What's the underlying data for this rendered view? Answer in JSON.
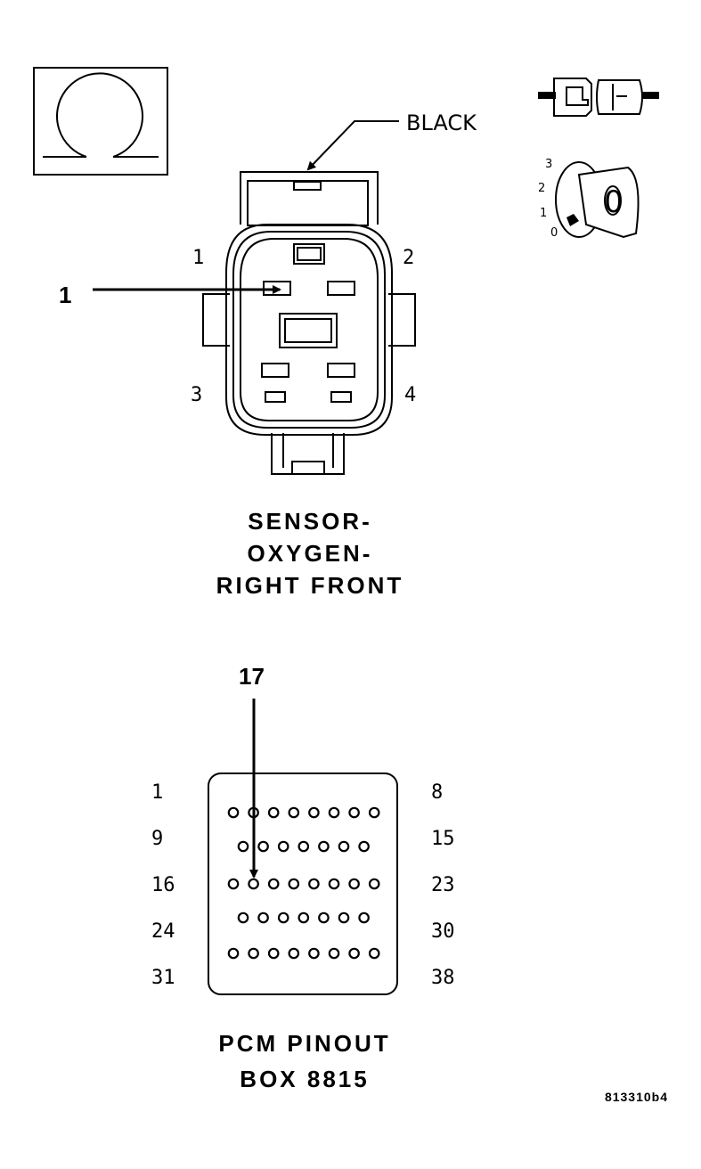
{
  "ohm_symbol": {
    "icon": "ohm-meter-icon"
  },
  "connector_icon": {
    "icon": "connector-disconnected-icon"
  },
  "ignition_icon": {
    "icon": "ignition-switch-off-icon",
    "positions": [
      "3",
      "2",
      "1",
      "0"
    ],
    "key_label": "0"
  },
  "sensor_connector": {
    "color_label": "BLACK",
    "callout": "1",
    "pin_labels": {
      "p1": "1",
      "p2": "2",
      "p3": "3",
      "p4": "4"
    },
    "title_lines": [
      "SENSOR-",
      "OXYGEN-",
      "RIGHT FRONT"
    ]
  },
  "pcm_connector": {
    "callout": "17",
    "row_labels_left": [
      "1",
      "9",
      "16",
      "24",
      "31"
    ],
    "row_labels_right": [
      "8",
      "15",
      "23",
      "30",
      "38"
    ],
    "row_pin_counts": [
      8,
      7,
      8,
      7,
      8
    ],
    "highlighted_pin": 17,
    "title_lines": [
      "PCM PINOUT",
      "BOX 8815"
    ]
  },
  "figure_id": "813310b4"
}
